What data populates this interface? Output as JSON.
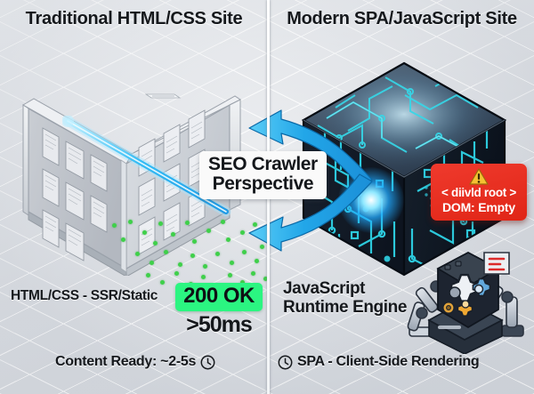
{
  "panels": {
    "left": {
      "title": "Traditional HTML/CSS Site"
    },
    "right": {
      "title": "Modern SPA/JavaScript Site"
    }
  },
  "center_label": {
    "line1": "SEO Crawler",
    "line2": "Perspective"
  },
  "dom_alert": {
    "icon": "warning-triangle-icon",
    "line1": "< diivld root >",
    "line2": "DOM: Empty",
    "color": "#e62e1e"
  },
  "status": {
    "code": "200 OK",
    "latency": ">50ms",
    "badge_color": "#2bf581"
  },
  "captions": {
    "left_stack": "HTML/CSS - SSR/Static",
    "left_ready": "Content Ready: ~2-5s",
    "left_ready_icon": "clock-icon",
    "right_engine_line1": "JavaScript",
    "right_engine_line2": "Runtime Engine",
    "right_rendering": "SPA - Client-Side Rendering",
    "right_rendering_icon": "clock-icon"
  },
  "illustrations": {
    "left": "isometric-document-building",
    "left_beam": "cyan-crawl-beam",
    "left_particles": "green-indexed-content-dots",
    "right": "isometric-circuit-cube",
    "right_glow": "blue-glow-core",
    "right_machine": "gear-robot-icon",
    "arrows": "cyan-crawler-arrows"
  },
  "colors": {
    "accent_cyan": "#2aa8e8",
    "success_green": "#2bf581",
    "alert_red": "#e62e1e",
    "background": "#e3e6ea"
  }
}
